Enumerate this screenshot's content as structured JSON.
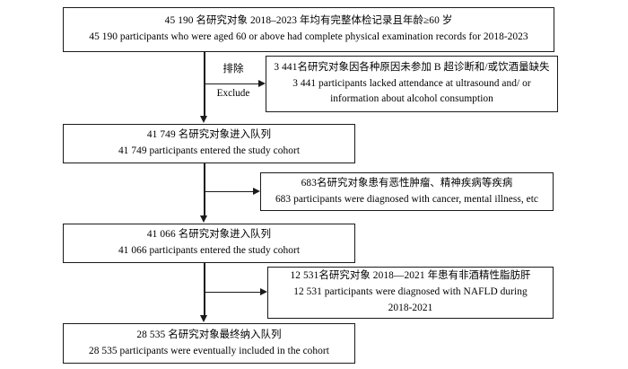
{
  "figure": {
    "type": "flowchart",
    "title": "Study participant selection flow chart",
    "orientation": "top-to-bottom",
    "line_color": "#1a1a1a",
    "background_color": "#ffffff"
  },
  "main_boxes": [
    {
      "id": "enrolled-pool",
      "zh": "45 190 名研究对象 2018–2023 年均有完整体检记录且年龄≥60 岁",
      "en": "45 190 participants who were aged 60 or above had complete physical examination records for 2018-2023",
      "count": "45 190"
    },
    {
      "id": "cohort-after-exclusion-1",
      "zh": "41 749 名研究对象进入队列",
      "en": "41 749 participants entered the study cohort",
      "count": "41 749"
    },
    {
      "id": "cohort-after-exclusion-2",
      "zh": "41 066 名研究对象进入队列",
      "en": "41 066 participants entered the study cohort",
      "count": "41 066"
    },
    {
      "id": "final-cohort",
      "zh": "28 535 名研究对象最终纳入队列",
      "en": "28 535 participants were eventually included in the cohort",
      "count": "28 535"
    }
  ],
  "exclusion_boxes": [
    {
      "id": "exclusion-ultrasound-alcohol",
      "zh": "3 441名研究对象因各种原因未参加 B 超诊断和/或饮酒量缺失",
      "en_line1": "3 441 participants lacked attendance at ultrasound and/ or",
      "en_line2": "information about alcohol consumption",
      "count": "3 441"
    },
    {
      "id": "exclusion-cancer-mental",
      "zh": "683名研究对象患有恶性肿瘤、精神疾病等疾病",
      "en_line1": "683 participants were diagnosed with cancer, mental illness, etc",
      "en_line2": "",
      "count": "683"
    },
    {
      "id": "exclusion-nafld",
      "zh": "12 531名研究对象 2018—2021 年患有非酒精性脂肪肝",
      "en_line1": "12 531 participants were diagnosed with NAFLD during",
      "en_line2": "2018-2021",
      "count": "12 531"
    }
  ],
  "exclude_label": {
    "zh": "排除",
    "en": "Exclude"
  }
}
